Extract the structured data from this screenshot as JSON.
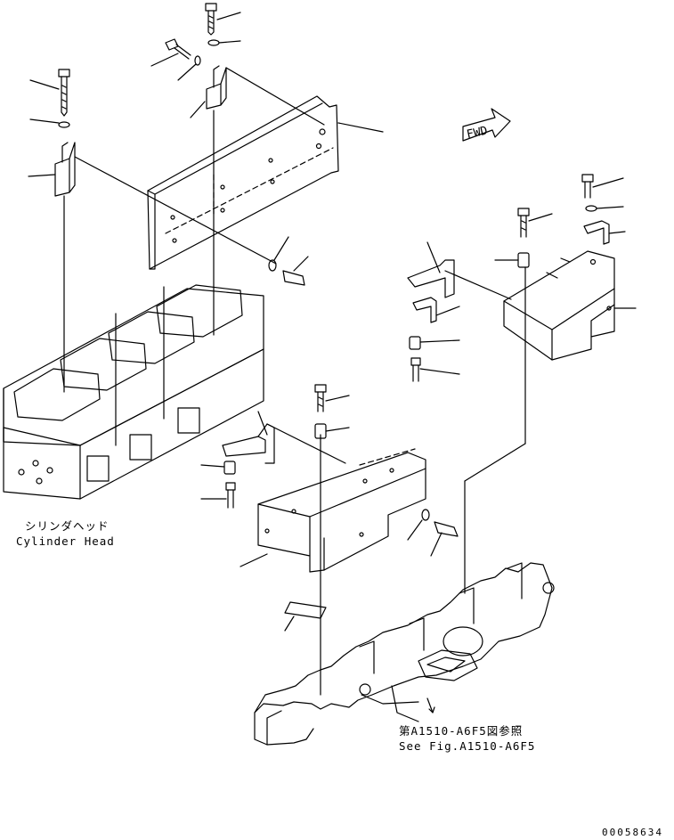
{
  "diagram": {
    "fwd_label": "FWD",
    "cylinder_head_label_ja": "シリンダヘッド",
    "cylinder_head_label_en": "Cylinder Head",
    "see_fig_label_ja": "第A1510-A6F5図参照",
    "see_fig_label_en": "See Fig.A1510-A6F5",
    "drawing_number": "00058634"
  }
}
